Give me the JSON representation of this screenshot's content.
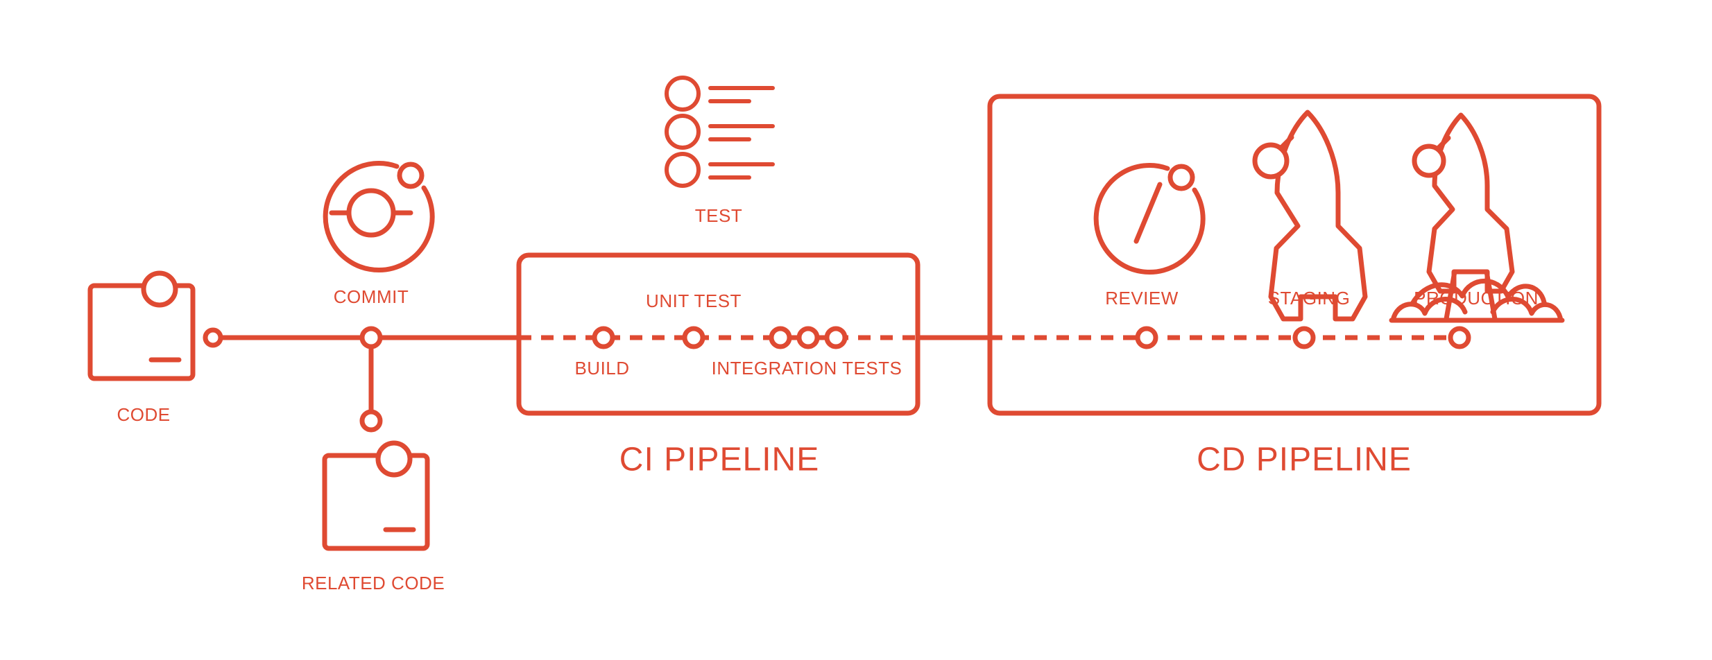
{
  "theme": {
    "accent": "#DF4A32",
    "background": "#FFFFFF"
  },
  "diagram": {
    "kind": "ci-cd-pipeline-flow",
    "stages": {
      "code": {
        "label": "CODE",
        "icon": "terminal-code-icon"
      },
      "commit": {
        "label": "COMMIT",
        "icon": "commit-circle-icon"
      },
      "related_code": {
        "label": "RELATED CODE",
        "icon": "terminal-code-icon"
      },
      "test": {
        "label": "TEST",
        "icon": "checklist-icon",
        "check_items": 3
      },
      "build": {
        "label": "BUILD"
      },
      "unit_test": {
        "label": "UNIT TEST"
      },
      "integration_tests": {
        "label": "INTEGRATION TESTS",
        "node_count": 3
      },
      "review": {
        "label": "REVIEW",
        "icon": "code-brackets-circle-icon"
      },
      "staging": {
        "label": "STAGING",
        "icon": "rocket-icon"
      },
      "production": {
        "label": "PRODUCTION",
        "icon": "rocket-launch-icon"
      }
    },
    "groups": {
      "ci": {
        "title": "CI PIPELINE"
      },
      "cd": {
        "title": "CD PIPELINE"
      }
    }
  }
}
